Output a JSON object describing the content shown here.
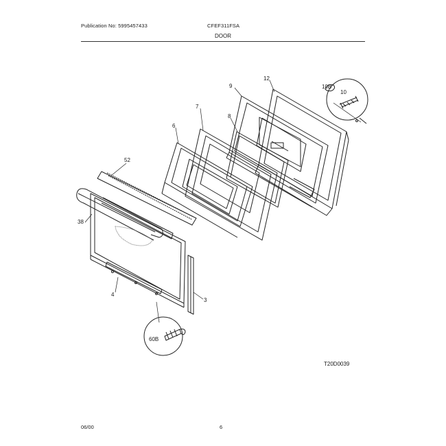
{
  "header": {
    "publication": "Publication No: 5995457433",
    "model": "CFEF311FSA",
    "section": "DOOR"
  },
  "callouts": {
    "p12": "12",
    "p9": "9",
    "p10B": "10B",
    "p10": "10",
    "p7": "7",
    "p8": "8",
    "p6": "6",
    "p52": "52",
    "p38": "38",
    "p4": "4",
    "p3": "3",
    "p60B": "60B"
  },
  "diagram_id": "T20D0039",
  "footer": {
    "date": "06/00",
    "page": "6"
  }
}
